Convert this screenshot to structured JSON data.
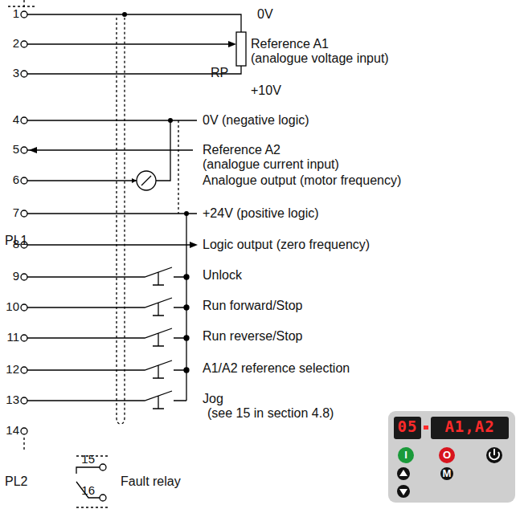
{
  "diagram": {
    "labels": [
      "1",
      "2",
      "3",
      "4",
      "5",
      "6",
      "7",
      "8",
      "9",
      "10",
      "11",
      "12",
      "13",
      "14",
      "15",
      "16",
      "0V",
      "Reference A1",
      "(analogue voltage input)",
      "RP",
      "+10V",
      "0V (negative logic)",
      "Reference A2",
      "(analogue current input)",
      "Analogue output (motor frequency)",
      "+24V (positive logic)",
      "Logic output (zero frequency)",
      "Unlock",
      "Run forward/Stop",
      "Run reverse/Stop",
      "A1/A2 reference selection",
      "Jog",
      "(see 15 in section 4.8)",
      "PL1",
      "PL2",
      "Fault relay",
      "05",
      "A1,A2",
      "I",
      "O",
      "M"
    ]
  }
}
